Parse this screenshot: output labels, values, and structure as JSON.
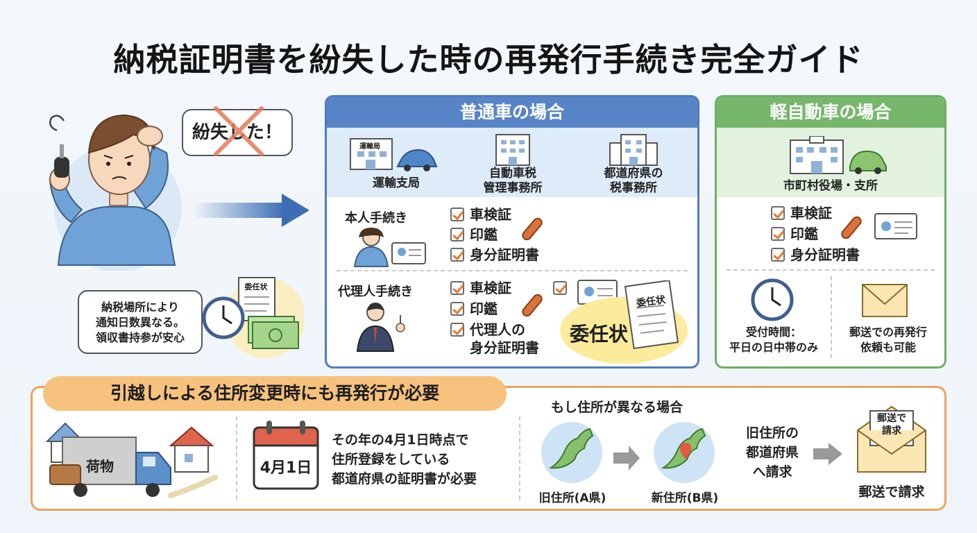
{
  "title": "納税証明書を紛失した時の再発行手続き完全ガイド",
  "left": {
    "lost_bubble": "紛失した！",
    "note_lines": [
      "納税場所により",
      "通知日数異なる。",
      "領収書持参が安心"
    ],
    "doc_label": "委任状"
  },
  "regular": {
    "header": "普通車の場合",
    "offices": [
      {
        "sign": "運輸局",
        "label_lines": [
          "運輸支局"
        ]
      },
      {
        "label_lines": [
          "自動車税",
          "管理事務所"
        ]
      },
      {
        "label_lines": [
          "都道府県の",
          "税事務所"
        ]
      }
    ],
    "self": {
      "label": "本人手続き",
      "items": [
        "車検証",
        "印鑑",
        "身分証明書"
      ]
    },
    "proxy": {
      "label": "代理人手続き",
      "items": [
        "車検証",
        "印鑑",
        "代理人の\n身分証明書"
      ],
      "poa_text": "委任状",
      "poa_doc": "委任状"
    }
  },
  "kei": {
    "header": "軽自動車の場合",
    "office": "市町村役場・支所",
    "items": [
      "車検証",
      "印鑑",
      "身分証明書"
    ],
    "hours_lines": [
      "受付時間：",
      "平日の日中帯のみ"
    ],
    "mail_lines": [
      "郵送での再発行",
      "依頼も可能"
    ]
  },
  "bottom": {
    "title": "引越しによる住所変更時にも再発行が必要",
    "truck_label": "荷物",
    "calendar_date": "4月1日",
    "rule_lines": [
      "その年の4月1日時点で",
      "住所登録をしている",
      "都道府県の証明書が必要"
    ],
    "diff_heading": "もし住所が異なる場合",
    "old_addr": "旧住所(A県)",
    "new_addr": "新住所(B県)",
    "request_lines": [
      "旧住所の",
      "都道府県",
      "へ請求"
    ],
    "envelope_lines": [
      "郵送で",
      "請求"
    ],
    "mail_request": "郵送で請求"
  },
  "colors": {
    "blue": "#5784c6",
    "green": "#77b76c",
    "orange": "#e9a45c",
    "check": "#e6782f"
  }
}
